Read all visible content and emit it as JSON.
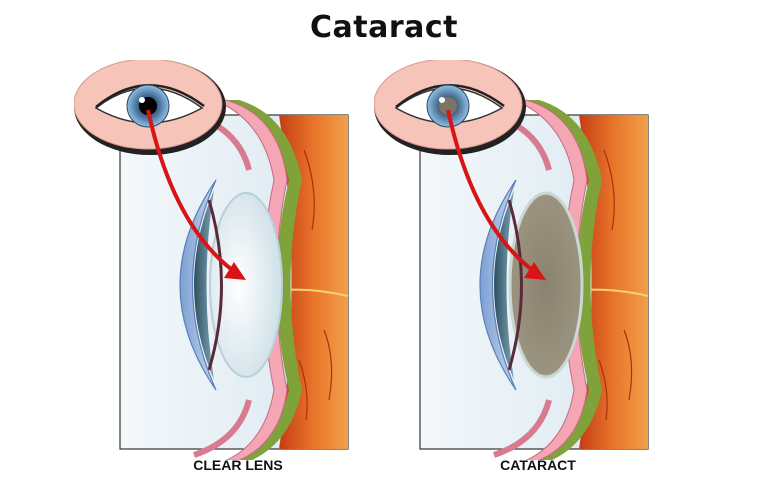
{
  "title": "Cataract",
  "panels": [
    {
      "caption": "CLEAR LENS",
      "lens_state": "clear",
      "lens_color": "#e6f2f5"
    },
    {
      "caption": "CATARACT",
      "lens_state": "cloudy",
      "lens_color": "#8e8674"
    }
  ],
  "colors": {
    "arrow": "#d81414",
    "iris": "#5b95c8",
    "eyelid_skin": "#f6c4b9",
    "retina_orange": "#e0651f",
    "cornea_blue": "#9db8dc"
  }
}
